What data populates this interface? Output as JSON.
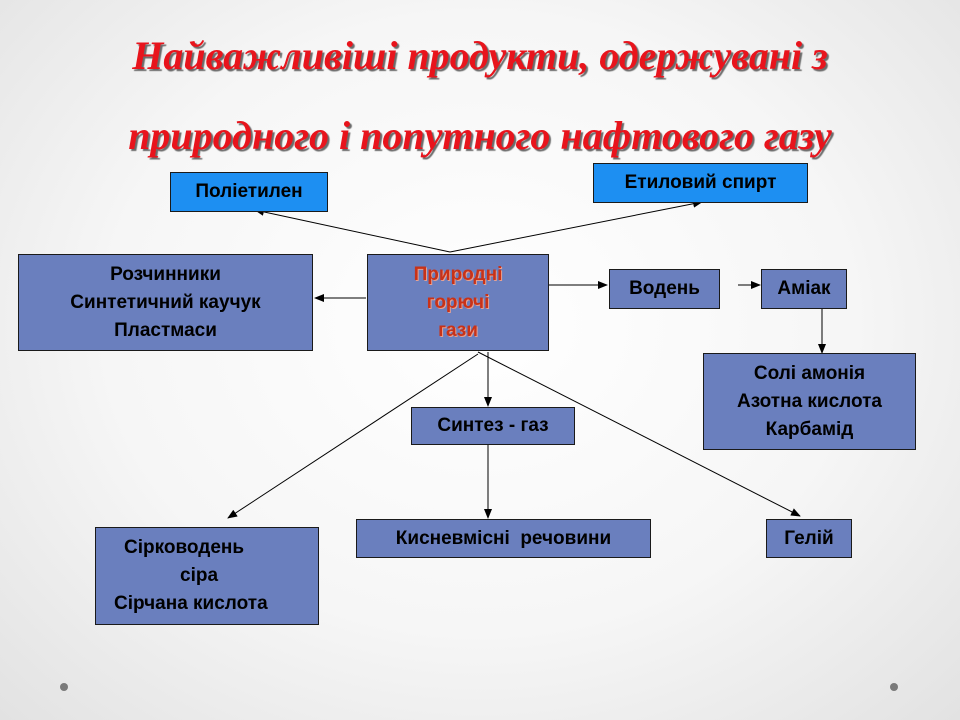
{
  "title": {
    "line1": "Найважливіші продукти, одержувані з",
    "line2": "природного і попутного нафтового газу"
  },
  "nodes": {
    "center": [
      "Природні",
      "горючі",
      "гази"
    ],
    "polyethylene": "Поліетилен",
    "ethanol": "Етиловий спирт",
    "solvents": [
      "Розчинники",
      "Синтетичний каучук",
      "Пластмаси"
    ],
    "hydrogen": "Водень",
    "ammonia": "Аміак",
    "ammonium_products": [
      "Солі амонія",
      "Азотна кислота",
      "Карбамід"
    ],
    "syngas": "Синтез - газ",
    "sulfur_products": [
      "Сірководень",
      "сіра",
      "Сірчана кислота"
    ],
    "oxygenates": "Кисневмісні  речовини",
    "helium": "Гелій"
  },
  "colors": {
    "title": "#e8141c",
    "cyan_box": "#1d8ff2",
    "steel_box": "#6a7fbe",
    "center_text": "#c83218"
  }
}
